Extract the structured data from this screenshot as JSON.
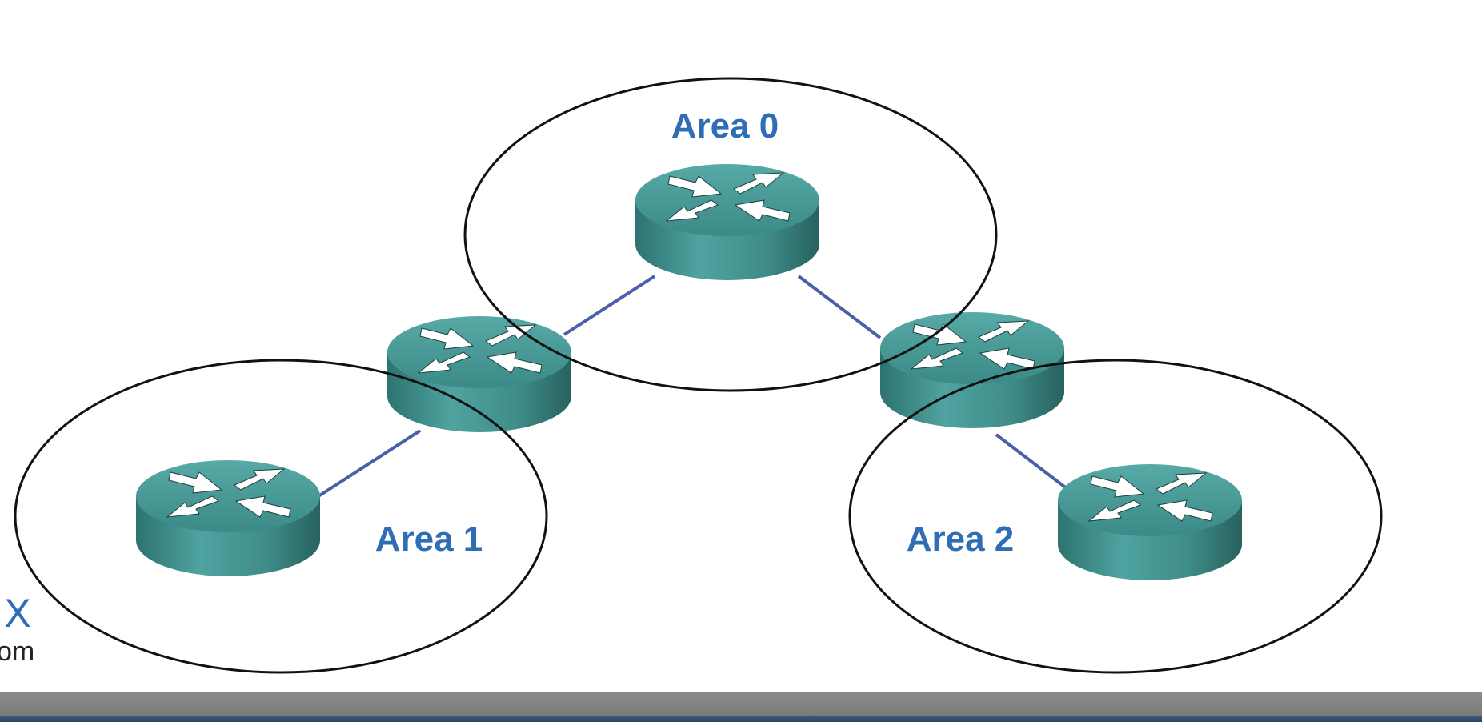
{
  "diagram": {
    "areas": [
      {
        "label": "Area 0"
      },
      {
        "label": "Area 1"
      },
      {
        "label": "Area 2"
      }
    ],
    "routers": [
      {
        "name": "area0-router"
      },
      {
        "name": "abr-area0-area1-router"
      },
      {
        "name": "abr-area0-area2-router"
      },
      {
        "name": "area1-internal-router"
      },
      {
        "name": "area2-internal-router"
      }
    ],
    "links": [
      {
        "from": "area0-router",
        "to": "abr-area0-area1-router"
      },
      {
        "from": "area0-router",
        "to": "abr-area0-area2-router"
      },
      {
        "from": "abr-area0-area1-router",
        "to": "area1-internal-router"
      },
      {
        "from": "abr-area0-area2-router",
        "to": "area2-internal-router"
      }
    ]
  },
  "watermark": {
    "glyph": "X",
    "text": "om"
  },
  "colors": {
    "label": "#2f6db5",
    "link": "#4a5fa8",
    "router_top": "#3d9592",
    "router_side": "#3f8f8c",
    "router_shadow": "#2a6664",
    "area_outline": "#111111",
    "arrow": "#ffffff"
  }
}
